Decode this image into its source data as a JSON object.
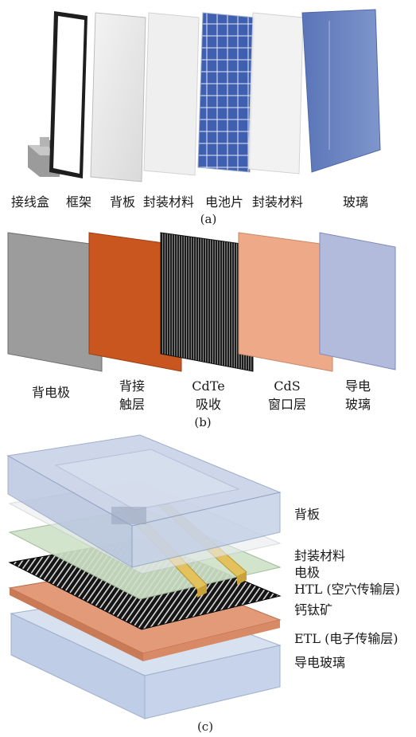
{
  "panel_a": {
    "labels": [
      "接线盒",
      "框架",
      "背板",
      "封装材料",
      "电池片",
      "封装材料",
      "玻璃"
    ],
    "caption": "(a)"
  },
  "panel_b": {
    "labels": [
      [
        "背电极"
      ],
      [
        "背接",
        "触层"
      ],
      [
        "CdTe",
        "吸收"
      ],
      [
        "CdS",
        "窗口层"
      ],
      [
        "导电",
        "玻璃"
      ]
    ],
    "caption": "(b)"
  },
  "panel_c": {
    "labels": [
      "背板",
      "封装材料",
      "电极",
      "HTL (空穴传输层)",
      "钙钛矿",
      "ETL (电子传输层)",
      "导电玻璃"
    ],
    "caption": "(c)"
  }
}
